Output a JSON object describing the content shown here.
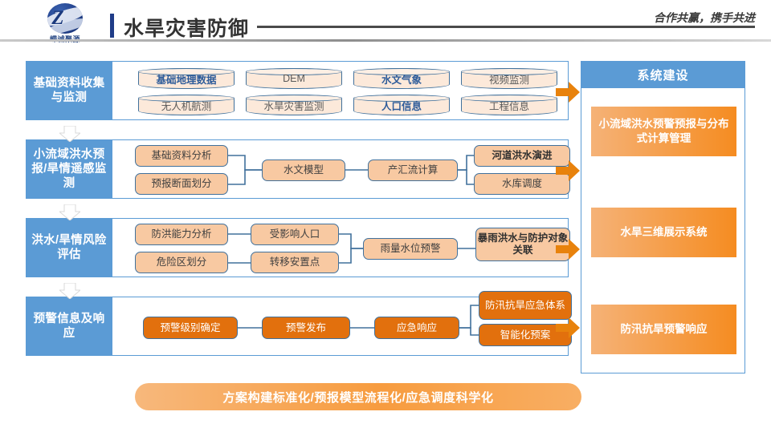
{
  "header": {
    "logo_letter": "Z",
    "logo_text": "嵘诚聚源",
    "title": "水旱灾害防御",
    "slogan": "合作共赢，携手共进"
  },
  "colors": {
    "blue": "#5B9BD5",
    "border_blue": "#41719C",
    "peach": "#F8C9A2",
    "cylinder": "#FCE9DA",
    "orange": "#E2700D",
    "panel_orange": "#F58C21",
    "arrow_orange": "#E8820C",
    "title_dark": "#333333"
  },
  "flow": {
    "rows": [
      {
        "label": "基础资料收集与监测",
        "node_type": "cylinder",
        "nodes": [
          {
            "text": "基础地理数据",
            "highlight": true
          },
          {
            "text": "DEM",
            "highlight": false
          },
          {
            "text": "水文气象",
            "highlight": true
          },
          {
            "text": "视频监测",
            "highlight": false
          },
          {
            "text": "无人机航测",
            "highlight": false
          },
          {
            "text": "水旱灾害监测",
            "highlight": false
          },
          {
            "text": "人口信息",
            "highlight": true
          },
          {
            "text": "工程信息",
            "highlight": false
          }
        ]
      },
      {
        "label": "小流域洪水预报/旱情遥感监测",
        "node_type": "rounded",
        "nodes": [
          {
            "text": "基础资料分析",
            "bold": false
          },
          {
            "text": "预报断面划分",
            "bold": false
          },
          {
            "text": "水文模型",
            "bold": false
          },
          {
            "text": "产汇流计算",
            "bold": false
          },
          {
            "text": "河道洪水演进",
            "bold": true
          },
          {
            "text": "水库调度",
            "bold": false
          }
        ]
      },
      {
        "label": "洪水/旱情风险评估",
        "node_type": "rounded",
        "nodes": [
          {
            "text": "防洪能力分析",
            "bold": false
          },
          {
            "text": "危险区划分",
            "bold": false
          },
          {
            "text": "受影响人口",
            "bold": false
          },
          {
            "text": "转移安置点",
            "bold": false
          },
          {
            "text": "雨量水位预警",
            "bold": false
          },
          {
            "text": "暴雨洪水与防护对象关联",
            "bold": true
          }
        ]
      },
      {
        "label": "预警信息及响应",
        "node_type": "solid-orange",
        "nodes": [
          {
            "text": "预警级别确定"
          },
          {
            "text": "预警发布"
          },
          {
            "text": "应急响应"
          },
          {
            "text": "防汛抗旱应急体系"
          },
          {
            "text": "智能化预案"
          }
        ]
      }
    ]
  },
  "panel": {
    "title": "系统建设",
    "items": [
      "小流域洪水预警预报与分布式计算管理",
      "水旱三维展示系统",
      "防汛抗旱预警响应"
    ]
  },
  "banner": {
    "text": "方案构建标准化/预报模型流程化/应急调度科学化"
  }
}
